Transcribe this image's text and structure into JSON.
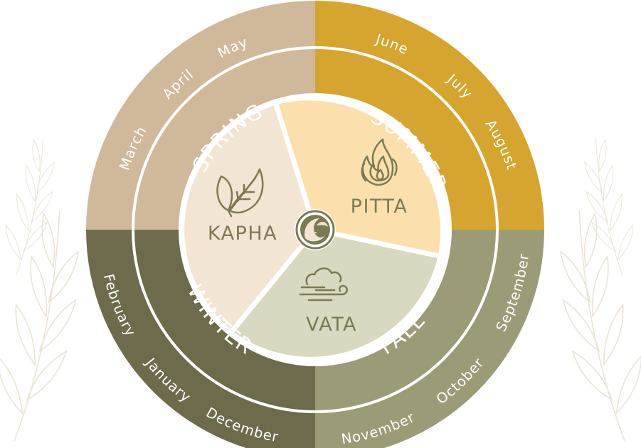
{
  "colors": {
    "spring": "#d0b89b",
    "summer": "#d5a52f",
    "fall": "#9c9b77",
    "winter": "#6e6b4c",
    "kapha_fill": "#f2e5d3",
    "pitta_fill": "#fbdfad",
    "vata_fill": "#d9d8c0",
    "icon": "#7c7a55",
    "background_sprig": "#ebe4d4"
  },
  "seasons": [
    {
      "key": "spring",
      "name": "SPRING",
      "months": [
        "March",
        "April",
        "May"
      ]
    },
    {
      "key": "summer",
      "name": "SUMMER",
      "months": [
        "June",
        "July",
        "August"
      ]
    },
    {
      "key": "fall",
      "name": "FALL",
      "months": [
        "September",
        "October",
        "November"
      ]
    },
    {
      "key": "winter",
      "name": "WINTER",
      "months": [
        "December",
        "January",
        "February"
      ]
    }
  ],
  "doshas": [
    {
      "key": "kapha",
      "name": "KAPHA",
      "icon": "leaf-icon"
    },
    {
      "key": "pitta",
      "name": "PITTA",
      "icon": "flame-icon"
    },
    {
      "key": "vata",
      "name": "VATA",
      "icon": "cloud-wind-icon"
    }
  ],
  "center_logo": "emblem-icon"
}
